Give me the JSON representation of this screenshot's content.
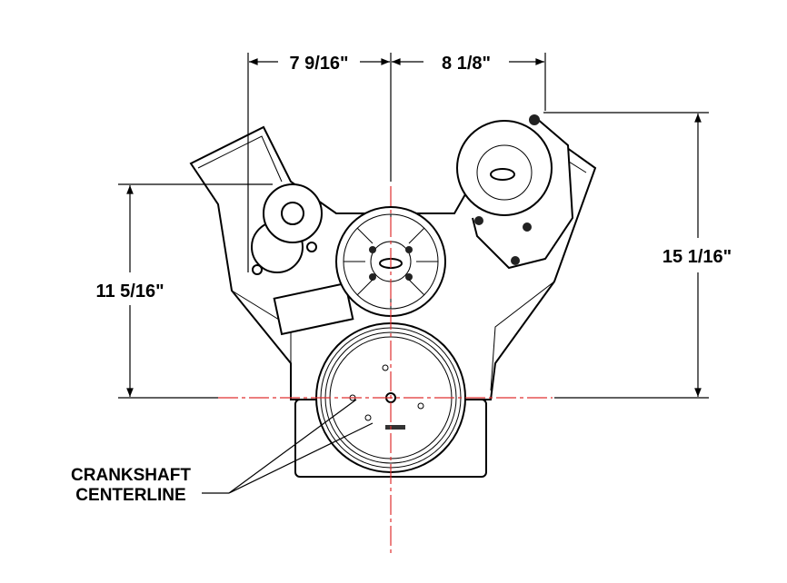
{
  "dimensions": {
    "left_to_center": "7 9/16\"",
    "center_to_right": "8 1/8\"",
    "overall_height": "15 1/16\"",
    "left_height": "11 5/16\""
  },
  "callout": {
    "line1": "CRANKSHAFT",
    "line2": "CENTERLINE"
  },
  "colors": {
    "centerline": "#e03030",
    "linework": "#000000"
  }
}
